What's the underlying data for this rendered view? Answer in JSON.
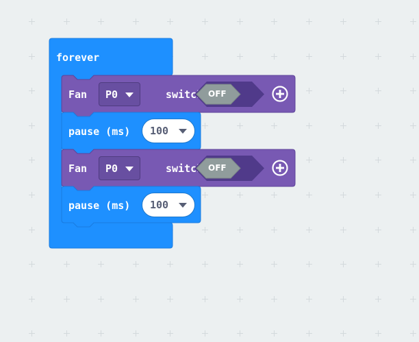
{
  "colors": {
    "workspace_bg": "#ecf0f1",
    "loop_block": "#1e90ff",
    "loop_block_border": "#1a7ce0",
    "fan_block": "#7859b3",
    "fan_block_border": "#5e449a",
    "toggle_off": "#909c9c",
    "toggle_track": "#503a8a"
  },
  "forever_block": {
    "label": "forever"
  },
  "statements": [
    {
      "type": "fan",
      "label": "Fan",
      "pin_value": "P0",
      "switch_label": "switch",
      "toggle_state": "OFF",
      "plus_icon": "add-circle-icon"
    },
    {
      "type": "pause",
      "label": "pause (ms)",
      "value": "100"
    },
    {
      "type": "fan",
      "label": "Fan",
      "pin_value": "P0",
      "switch_label": "switch",
      "toggle_state": "OFF",
      "plus_icon": "add-circle-icon"
    },
    {
      "type": "pause",
      "label": "pause (ms)",
      "value": "100"
    }
  ]
}
